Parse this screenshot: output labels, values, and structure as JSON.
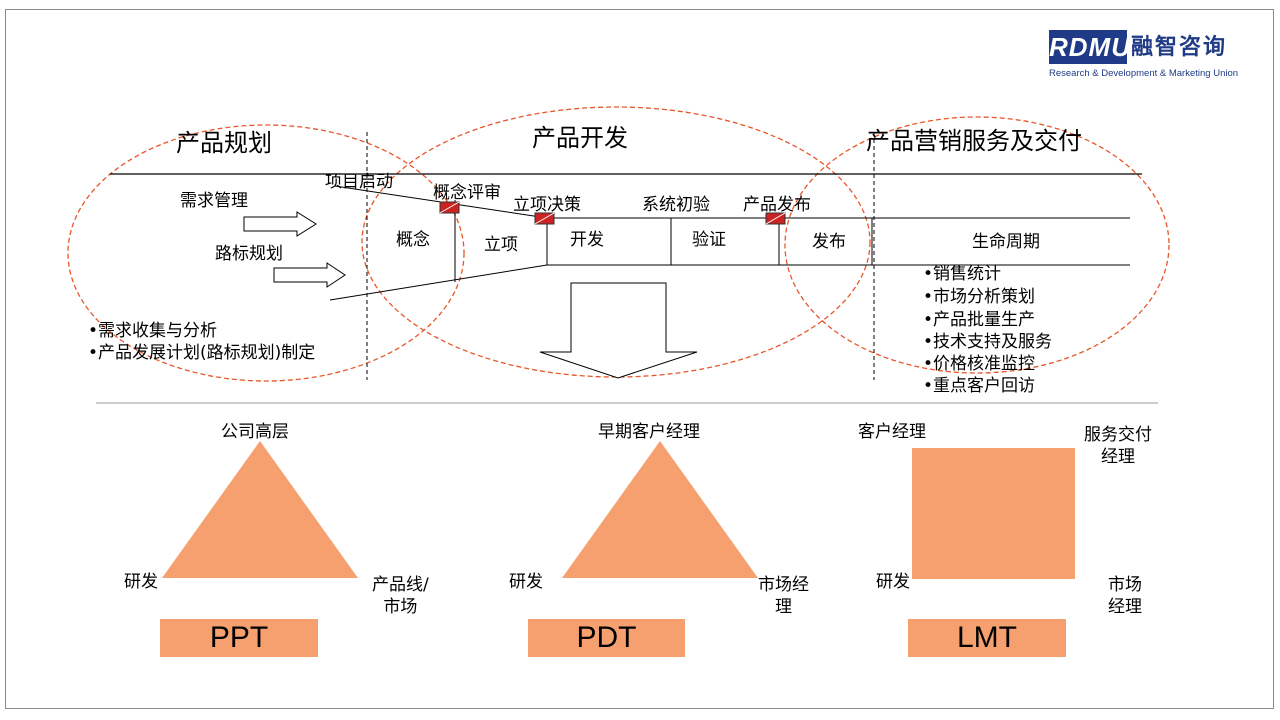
{
  "logo": {
    "mark": "RDMU",
    "name_cn": "融智咨询",
    "tagline": "Research & Development & Marketing Union"
  },
  "phases": {
    "planning": "产品规划",
    "development": "产品开发",
    "marketing": "产品营销服务及交付"
  },
  "planning_inputs": [
    "需求管理",
    "路标规划"
  ],
  "planning_bullets": [
    "•需求收集与分析",
    "•产品发展计划(路标规划)制定"
  ],
  "milestones": [
    "项目启动",
    "概念评审",
    "立项决策",
    "系统初验",
    "产品发布"
  ],
  "stages": [
    "概念",
    "立项",
    "开发",
    "验证",
    "发布",
    "生命周期"
  ],
  "lifecycle_bullets": [
    "•销售统计",
    "•市场分析策划",
    "•产品批量生产",
    "•技术支持及服务",
    "•价格核准监控",
    "•重点客户回访"
  ],
  "teams": [
    {
      "name": "PPT",
      "shape": "triangle",
      "top": "公司高层",
      "left": "研发",
      "right": "产品线/\n市场"
    },
    {
      "name": "PDT",
      "shape": "triangle",
      "top": "早期客户经理",
      "left": "研发",
      "right": "市场经\n理"
    },
    {
      "name": "LMT",
      "shape": "square",
      "top": "客户经理",
      "top_right": "服务交付\n经理",
      "left": "研发",
      "right": "市场\n经理"
    }
  ],
  "colors": {
    "accent": "#f5a06e",
    "ellipse": "#e8562a",
    "logo": "#1f3b87",
    "marker": "#cc2222"
  }
}
